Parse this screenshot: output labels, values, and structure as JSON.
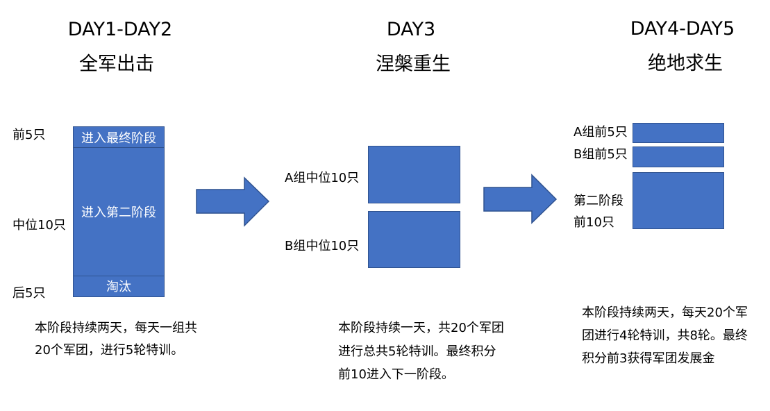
{
  "colors": {
    "box_fill": "#4472C4",
    "box_border": "#2F528F",
    "box_text": "#FFFFFF",
    "text": "#000000"
  },
  "stages": [
    {
      "day": "DAY1-DAY2",
      "name": "全军出击",
      "labels": [
        "前5只",
        "中位10只",
        "后5只"
      ],
      "boxes": [
        "进入最终阶段",
        "进入第二阶段",
        "淘汰"
      ],
      "description": [
        "本阶段持续两天，每天一组共",
        "20个军团，进行5轮特训。"
      ]
    },
    {
      "day": "DAY3",
      "name": "涅槃重生",
      "labels": [
        "A组中位10只",
        "B组中位10只"
      ],
      "description": [
        "本阶段持续一天，共20个军团",
        "进行总共5轮特训。最终积分",
        "前10进入下一阶段。"
      ]
    },
    {
      "day": "DAY4-DAY5",
      "name": "绝地求生",
      "labels": [
        "A组前5只",
        "B组前5只",
        "第二阶段",
        "前10只"
      ],
      "description": [
        "本阶段持续两天，每天20个军",
        "团进行4轮特训，共8轮。最终",
        "积分前3获得军团发展金"
      ]
    }
  ]
}
